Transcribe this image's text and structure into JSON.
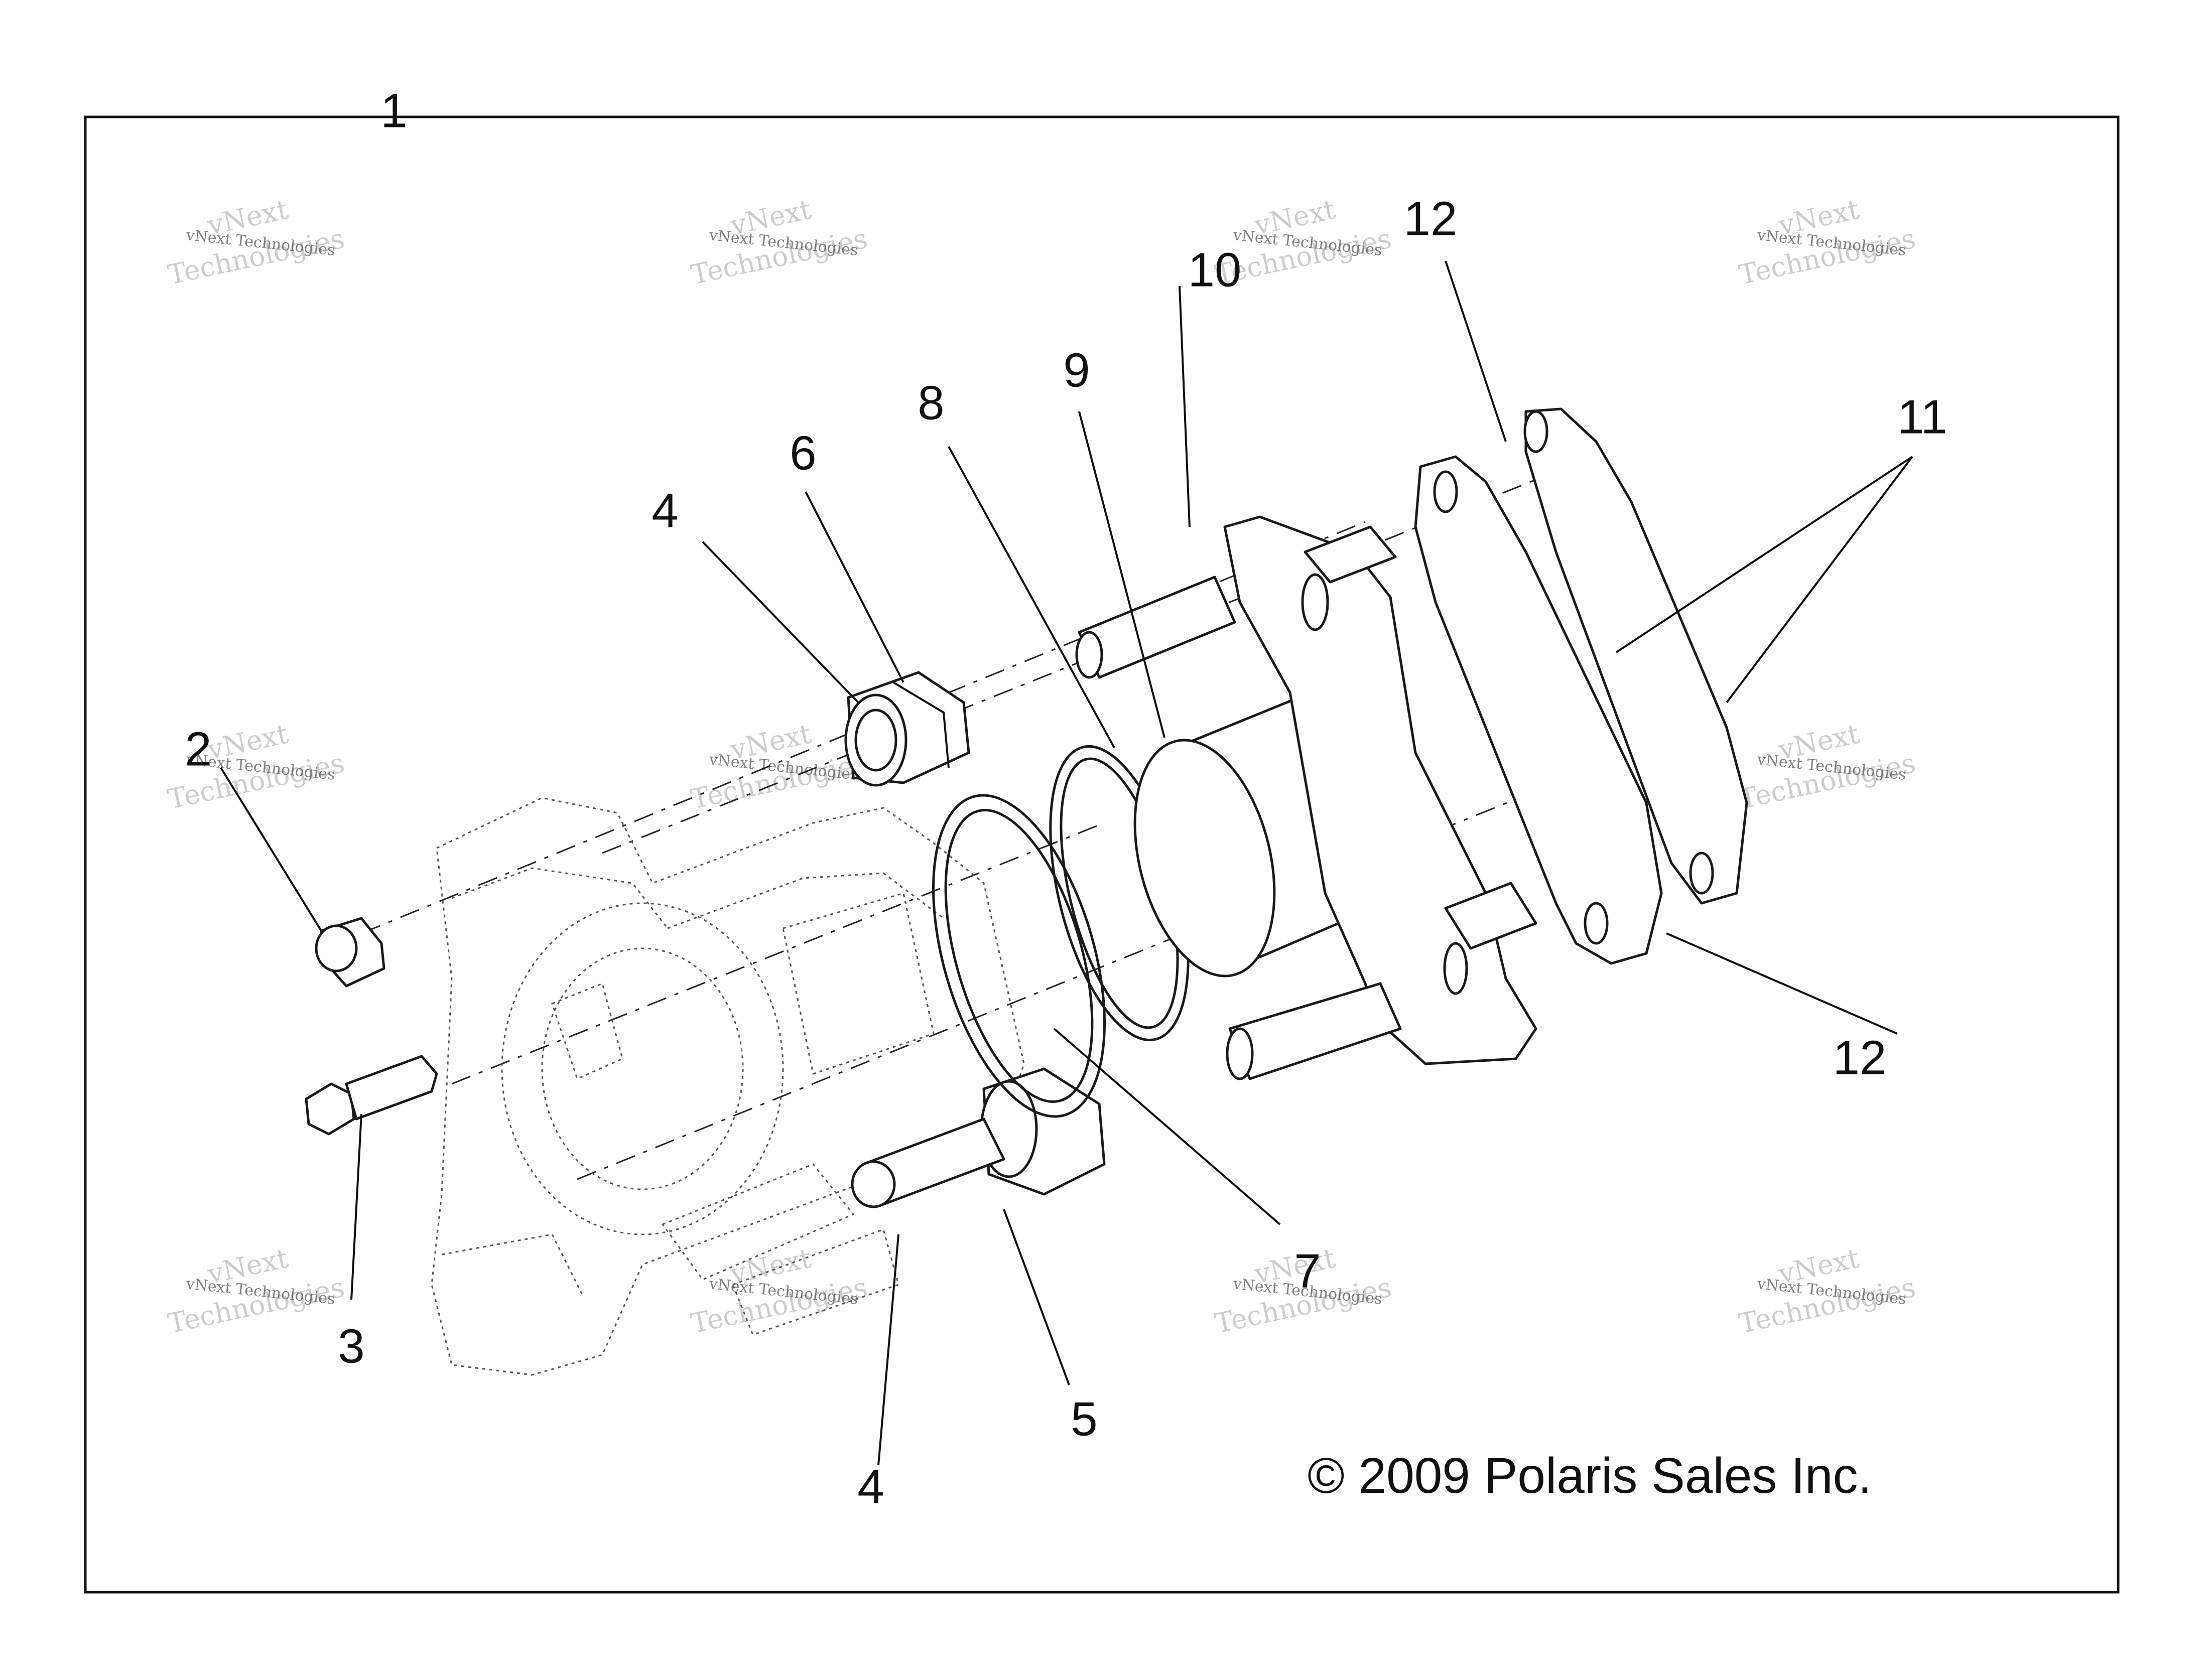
{
  "diagram": {
    "copyright": "© 2009 Polaris Sales Inc.",
    "watermark": {
      "line1": "vNext Technologies",
      "line2": "vNext",
      "line3": "Technologies"
    },
    "callouts": [
      {
        "id": "1",
        "label": "1"
      },
      {
        "id": "2",
        "label": "2"
      },
      {
        "id": "3",
        "label": "3"
      },
      {
        "id": "4a",
        "label": "4"
      },
      {
        "id": "4b",
        "label": "4"
      },
      {
        "id": "5",
        "label": "5"
      },
      {
        "id": "6",
        "label": "6"
      },
      {
        "id": "7",
        "label": "7"
      },
      {
        "id": "8",
        "label": "8"
      },
      {
        "id": "9",
        "label": "9"
      },
      {
        "id": "10",
        "label": "10"
      },
      {
        "id": "11",
        "label": "11"
      },
      {
        "id": "12a",
        "label": "12"
      },
      {
        "id": "12b",
        "label": "12"
      }
    ]
  }
}
